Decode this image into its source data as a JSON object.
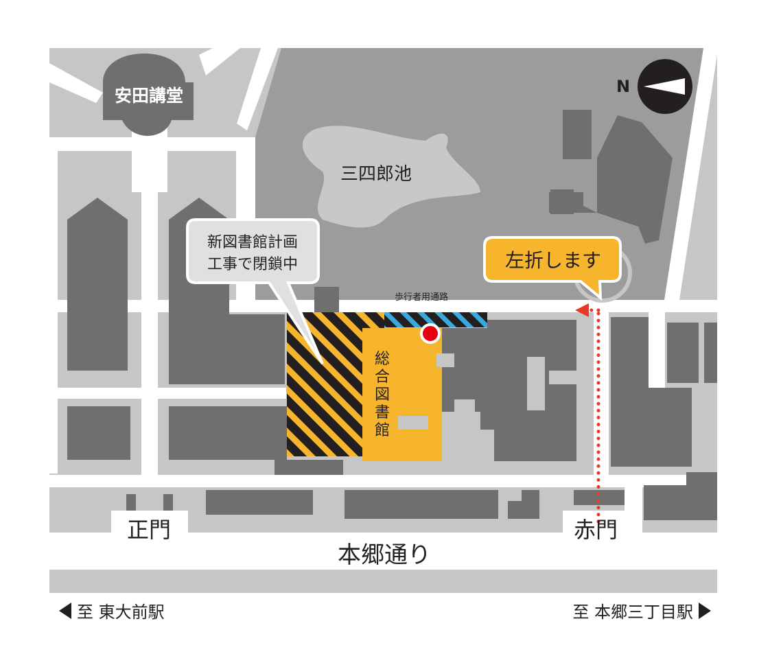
{
  "colors": {
    "background": "#ffffff",
    "ground": "#c6c6c6",
    "building": "#6f6f6f",
    "pond_area": "#9c9c9c",
    "pond": "#c8c8c8",
    "road": "#ffffff",
    "highlight": "#f6b52c",
    "hatch_stripe": "#f6b52c",
    "walkway_stripe": "#3aa8dc",
    "marker": "#e60012",
    "route": "#e83828",
    "text_dark": "#231f20",
    "text_light": "#ffffff"
  },
  "labels": {
    "yasuda_auditorium": "安田講堂",
    "sanshiro_pond": "三四郎池",
    "closed_callout_line1": "新図書館計画",
    "closed_callout_line2": "工事で閉鎖中",
    "walkway": "歩行者用通路",
    "library_chars": [
      "総",
      "合",
      "図",
      "書",
      "館"
    ],
    "turn_left_callout": "左折します",
    "main_gate": "正門",
    "red_gate": "赤門",
    "hongo_street": "本郷通り",
    "north": "N"
  },
  "footer": {
    "to_todaimae": "至 東大前駅",
    "to_hongo_sanchome": "至 本郷三丁目駅"
  },
  "icons": {
    "compass": "north-arrow-icon",
    "location_marker": "location-pin-icon",
    "route_arrow": "arrow-left-icon",
    "left_triangle": "triangle-left-icon",
    "right_triangle": "triangle-right-icon"
  }
}
